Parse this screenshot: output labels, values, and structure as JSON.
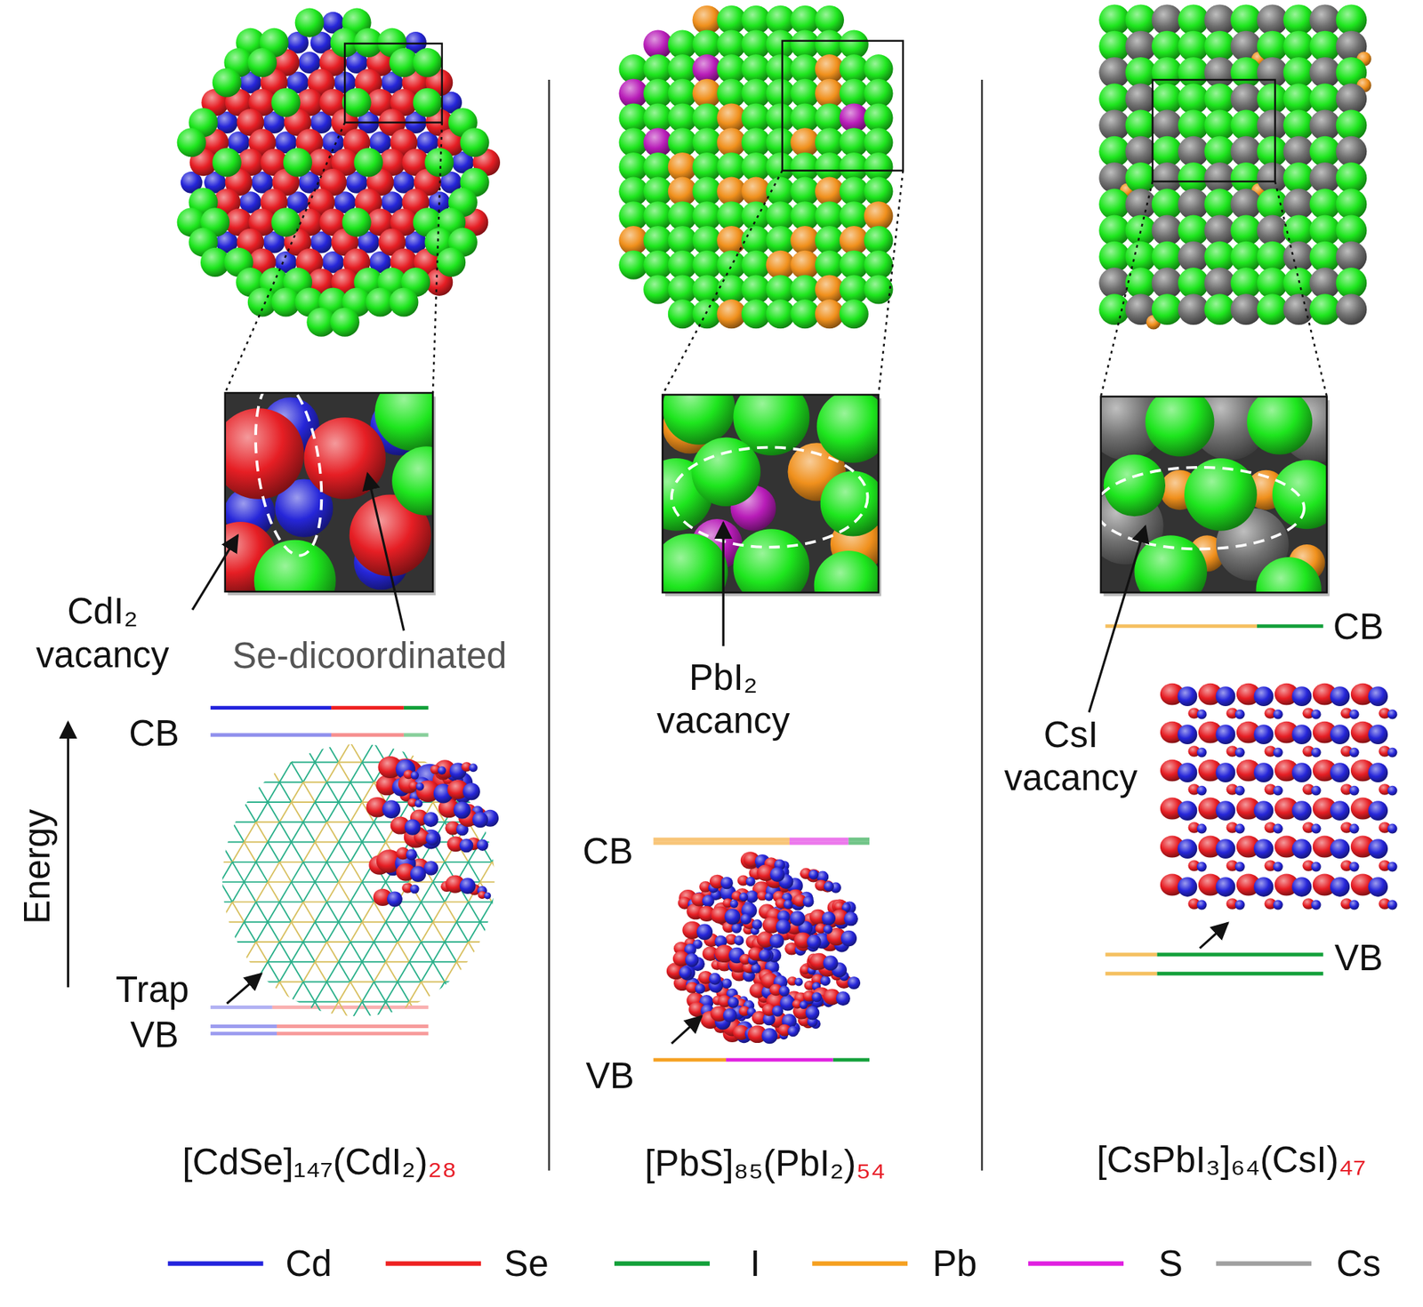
{
  "diagram": {
    "labels": [
      "CdI₂ vacancy",
      "Se-dicoordinated",
      "CB",
      "Energy",
      "Trap",
      "VB",
      "[CdSe]₁₄₇(CdI₂)",
      "₂₈",
      "PbI₂ vacancy",
      "CB",
      "VB",
      "[PbS]₈₅(PbI₂)",
      "₅₄",
      "CsI vacancy",
      "CB",
      "VB",
      "[CsPbI₃]₆₄(CsI)",
      "₄₇"
    ],
    "legend": [
      {
        "text": "Cd",
        "color": "#2424dd"
      },
      {
        "text": "Se",
        "color": "#ee2222"
      },
      {
        "text": "I",
        "color": "#13a03a"
      },
      {
        "text": "Pb",
        "color": "#f5a020"
      },
      {
        "text": "S",
        "color": "#e020e0"
      },
      {
        "text": "Cs",
        "color": "#a0a0a0"
      }
    ]
  }
}
